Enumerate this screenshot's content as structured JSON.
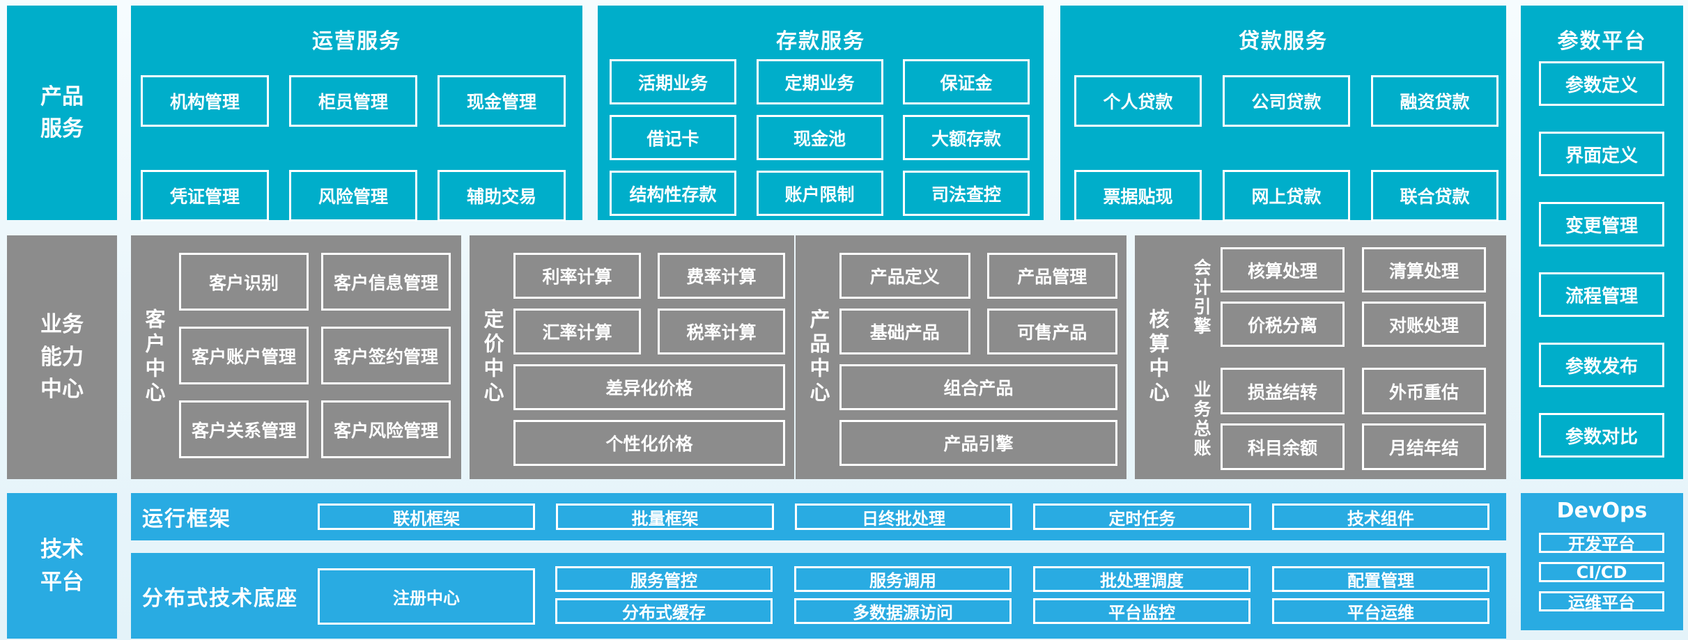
{
  "palette": {
    "teal": "#00aeca",
    "gray": "#8c8c8c",
    "blue": "#29abe2",
    "background": "#eaf6fb",
    "box_border": "#ffffff",
    "text": "#ffffff"
  },
  "product_row": {
    "sidebar_lines": [
      "产品",
      "服务"
    ],
    "operations": {
      "title": "运营服务",
      "items": [
        "机构管理",
        "柜员管理",
        "现金管理",
        "凭证管理",
        "风险管理",
        "辅助交易"
      ]
    },
    "deposit": {
      "title": "存款服务",
      "items": [
        "活期业务",
        "定期业务",
        "保证金",
        "借记卡",
        "现金池",
        "大额存款",
        "结构性存款",
        "账户限制",
        "司法查控"
      ]
    },
    "loan": {
      "title": "贷款服务",
      "items": [
        "个人贷款",
        "公司贷款",
        "融资贷款",
        "票据贴现",
        "网上贷款",
        "联合贷款"
      ]
    }
  },
  "param_platform": {
    "title": "参数平台",
    "items": [
      "参数定义",
      "界面定义",
      "变更管理",
      "流程管理",
      "参数发布",
      "参数对比"
    ]
  },
  "business_row": {
    "sidebar_lines": [
      "业务",
      "能力",
      "中心"
    ],
    "customer": {
      "title": "客户中心",
      "items": [
        "客户识别",
        "客户信息管理",
        "客户账户管理",
        "客户签约管理",
        "客户关系管理",
        "客户风险管理"
      ]
    },
    "pricing": {
      "title": "定价中心",
      "items": [
        "利率计算",
        "费率计算",
        "汇率计算",
        "税率计算"
      ],
      "wide_items": [
        "差异化价格",
        "个性化价格"
      ]
    },
    "product": {
      "title": "产品中心",
      "items": [
        "产品定义",
        "产品管理",
        "基础产品",
        "可售产品"
      ],
      "wide_items": [
        "组合产品",
        "产品引擎"
      ]
    },
    "accounting": {
      "title": "核算中心",
      "groups": [
        {
          "label": "会计引擎",
          "items": [
            "核算处理",
            "清算处理",
            "价税分离",
            "对账处理"
          ]
        },
        {
          "label": "业务总账",
          "items": [
            "损益结转",
            "外币重估",
            "科目余额",
            "月结年结"
          ]
        }
      ]
    }
  },
  "tech_row": {
    "sidebar_lines": [
      "技术",
      "平台"
    ],
    "runtime": {
      "label": "运行框架",
      "items": [
        "联机框架",
        "批量框架",
        "日终批处理",
        "定时任务",
        "技术组件"
      ]
    },
    "distributed": {
      "label": "分布式技术底座",
      "registry": "注册中心",
      "grid_items": [
        "服务管控",
        "服务调用",
        "批处理调度",
        "配置管理",
        "分布式缓存",
        "多数据源访问",
        "平台监控",
        "平台运维"
      ]
    },
    "devops": {
      "title": "DevOps",
      "items": [
        "开发平台",
        "CI/CD",
        "运维平台"
      ]
    }
  }
}
